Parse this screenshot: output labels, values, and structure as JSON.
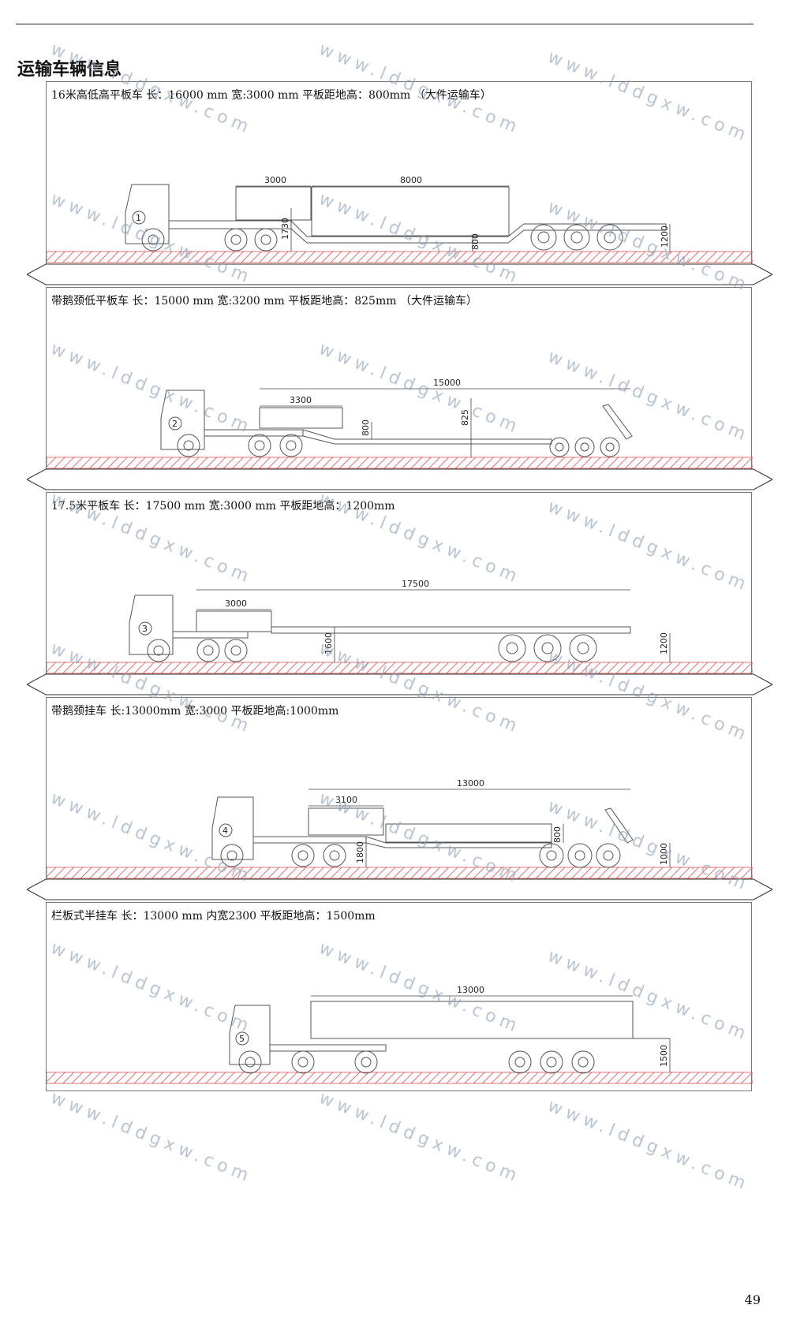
{
  "page": {
    "title": "运输车辆信息",
    "page_number": "49",
    "watermark": "www.lddgxw.com"
  },
  "vehicles": [
    {
      "caption": "16米高低高平板车 长：16000 mm 宽:3000 mm 平板距地高：800mm （大件运输车）",
      "number": "1",
      "dims": [
        "3000",
        "8000",
        "1730",
        "800",
        "1200"
      ]
    },
    {
      "caption": "带鹅颈低平板车 长：15000 mm 宽:3200 mm 平板距地高：825mm （大件运输车）",
      "number": "2",
      "dims": [
        "15000",
        "3300",
        "800",
        "825"
      ]
    },
    {
      "caption": "17.5米平板车 长：17500 mm 宽:3000 mm 平板距地高：1200mm",
      "number": "3",
      "dims": [
        "17500",
        "3000",
        "1600",
        "1200"
      ]
    },
    {
      "caption": "带鹅颈挂车 长:13000mm 宽:3000 平板距地高:1000mm",
      "number": "4",
      "dims": [
        "13000",
        "3100",
        "1800",
        "800",
        "1000"
      ]
    },
    {
      "caption": "栏板式半挂车 长：13000 mm 内宽2300 平板距地高：1500mm",
      "number": "5",
      "dims": [
        "13000",
        "1500"
      ]
    }
  ]
}
